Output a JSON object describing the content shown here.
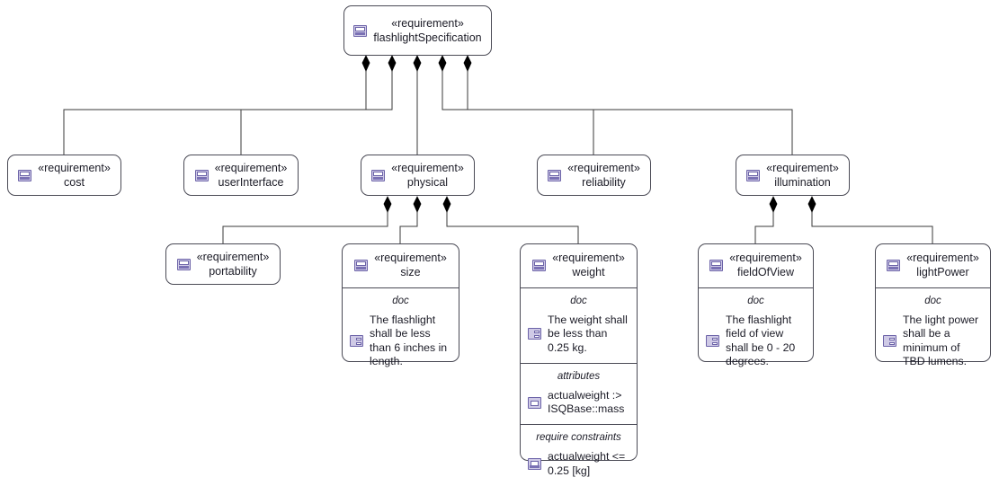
{
  "diagram": {
    "type": "sysml-requirement-diagram",
    "stereotype": "«requirement»",
    "colors": {
      "node_border": "#4a4a55",
      "node_fill": "#ffffff",
      "connector": "#3a3a3a",
      "icon_fill": "#cfcae6",
      "icon_border": "#6c63a8",
      "text": "#1b1b26"
    }
  },
  "nodes": {
    "flashlightSpecification": {
      "stereotype": "«requirement»",
      "name": "flashlightSpecification",
      "icon": "requirement-icon"
    },
    "cost": {
      "stereotype": "«requirement»",
      "name": "cost",
      "icon": "requirement-icon"
    },
    "userInterface": {
      "stereotype": "«requirement»",
      "name": "userInterface",
      "icon": "requirement-icon"
    },
    "physical": {
      "stereotype": "«requirement»",
      "name": "physical",
      "icon": "requirement-icon"
    },
    "reliability": {
      "stereotype": "«requirement»",
      "name": "reliability",
      "icon": "requirement-icon"
    },
    "illumination": {
      "stereotype": "«requirement»",
      "name": "illumination",
      "icon": "requirement-icon"
    },
    "portability": {
      "stereotype": "«requirement»",
      "name": "portability",
      "icon": "requirement-icon"
    },
    "size": {
      "stereotype": "«requirement»",
      "name": "size",
      "icon": "requirement-icon",
      "doc_title": "doc",
      "doc_text": "The flashlight shall be less than 6 inches in length.",
      "doc_icon": "doc-icon"
    },
    "weight": {
      "stereotype": "«requirement»",
      "name": "weight",
      "icon": "requirement-icon",
      "doc_title": "doc",
      "doc_text": "The weight shall be less than 0.25 kg.",
      "doc_icon": "doc-icon",
      "attributes_title": "attributes",
      "attributes_text": "actualweight :> ISQBase::mass",
      "attributes_icon": "attribute-icon",
      "constraints_title": "require constraints",
      "constraints_text": "actualweight <= 0.25 [kg]",
      "constraints_icon": "constraint-icon"
    },
    "fieldOfView": {
      "stereotype": "«requirement»",
      "name": "fieldOfView",
      "icon": "requirement-icon",
      "doc_title": "doc",
      "doc_text": "The flashlight field of view shall be 0 - 20 degrees.",
      "doc_icon": "doc-icon"
    },
    "lightPower": {
      "stereotype": "«requirement»",
      "name": "lightPower",
      "icon": "requirement-icon",
      "doc_title": "doc",
      "doc_text": "The light power shall be a minimum of TBD lumens.",
      "doc_icon": "doc-icon"
    }
  }
}
